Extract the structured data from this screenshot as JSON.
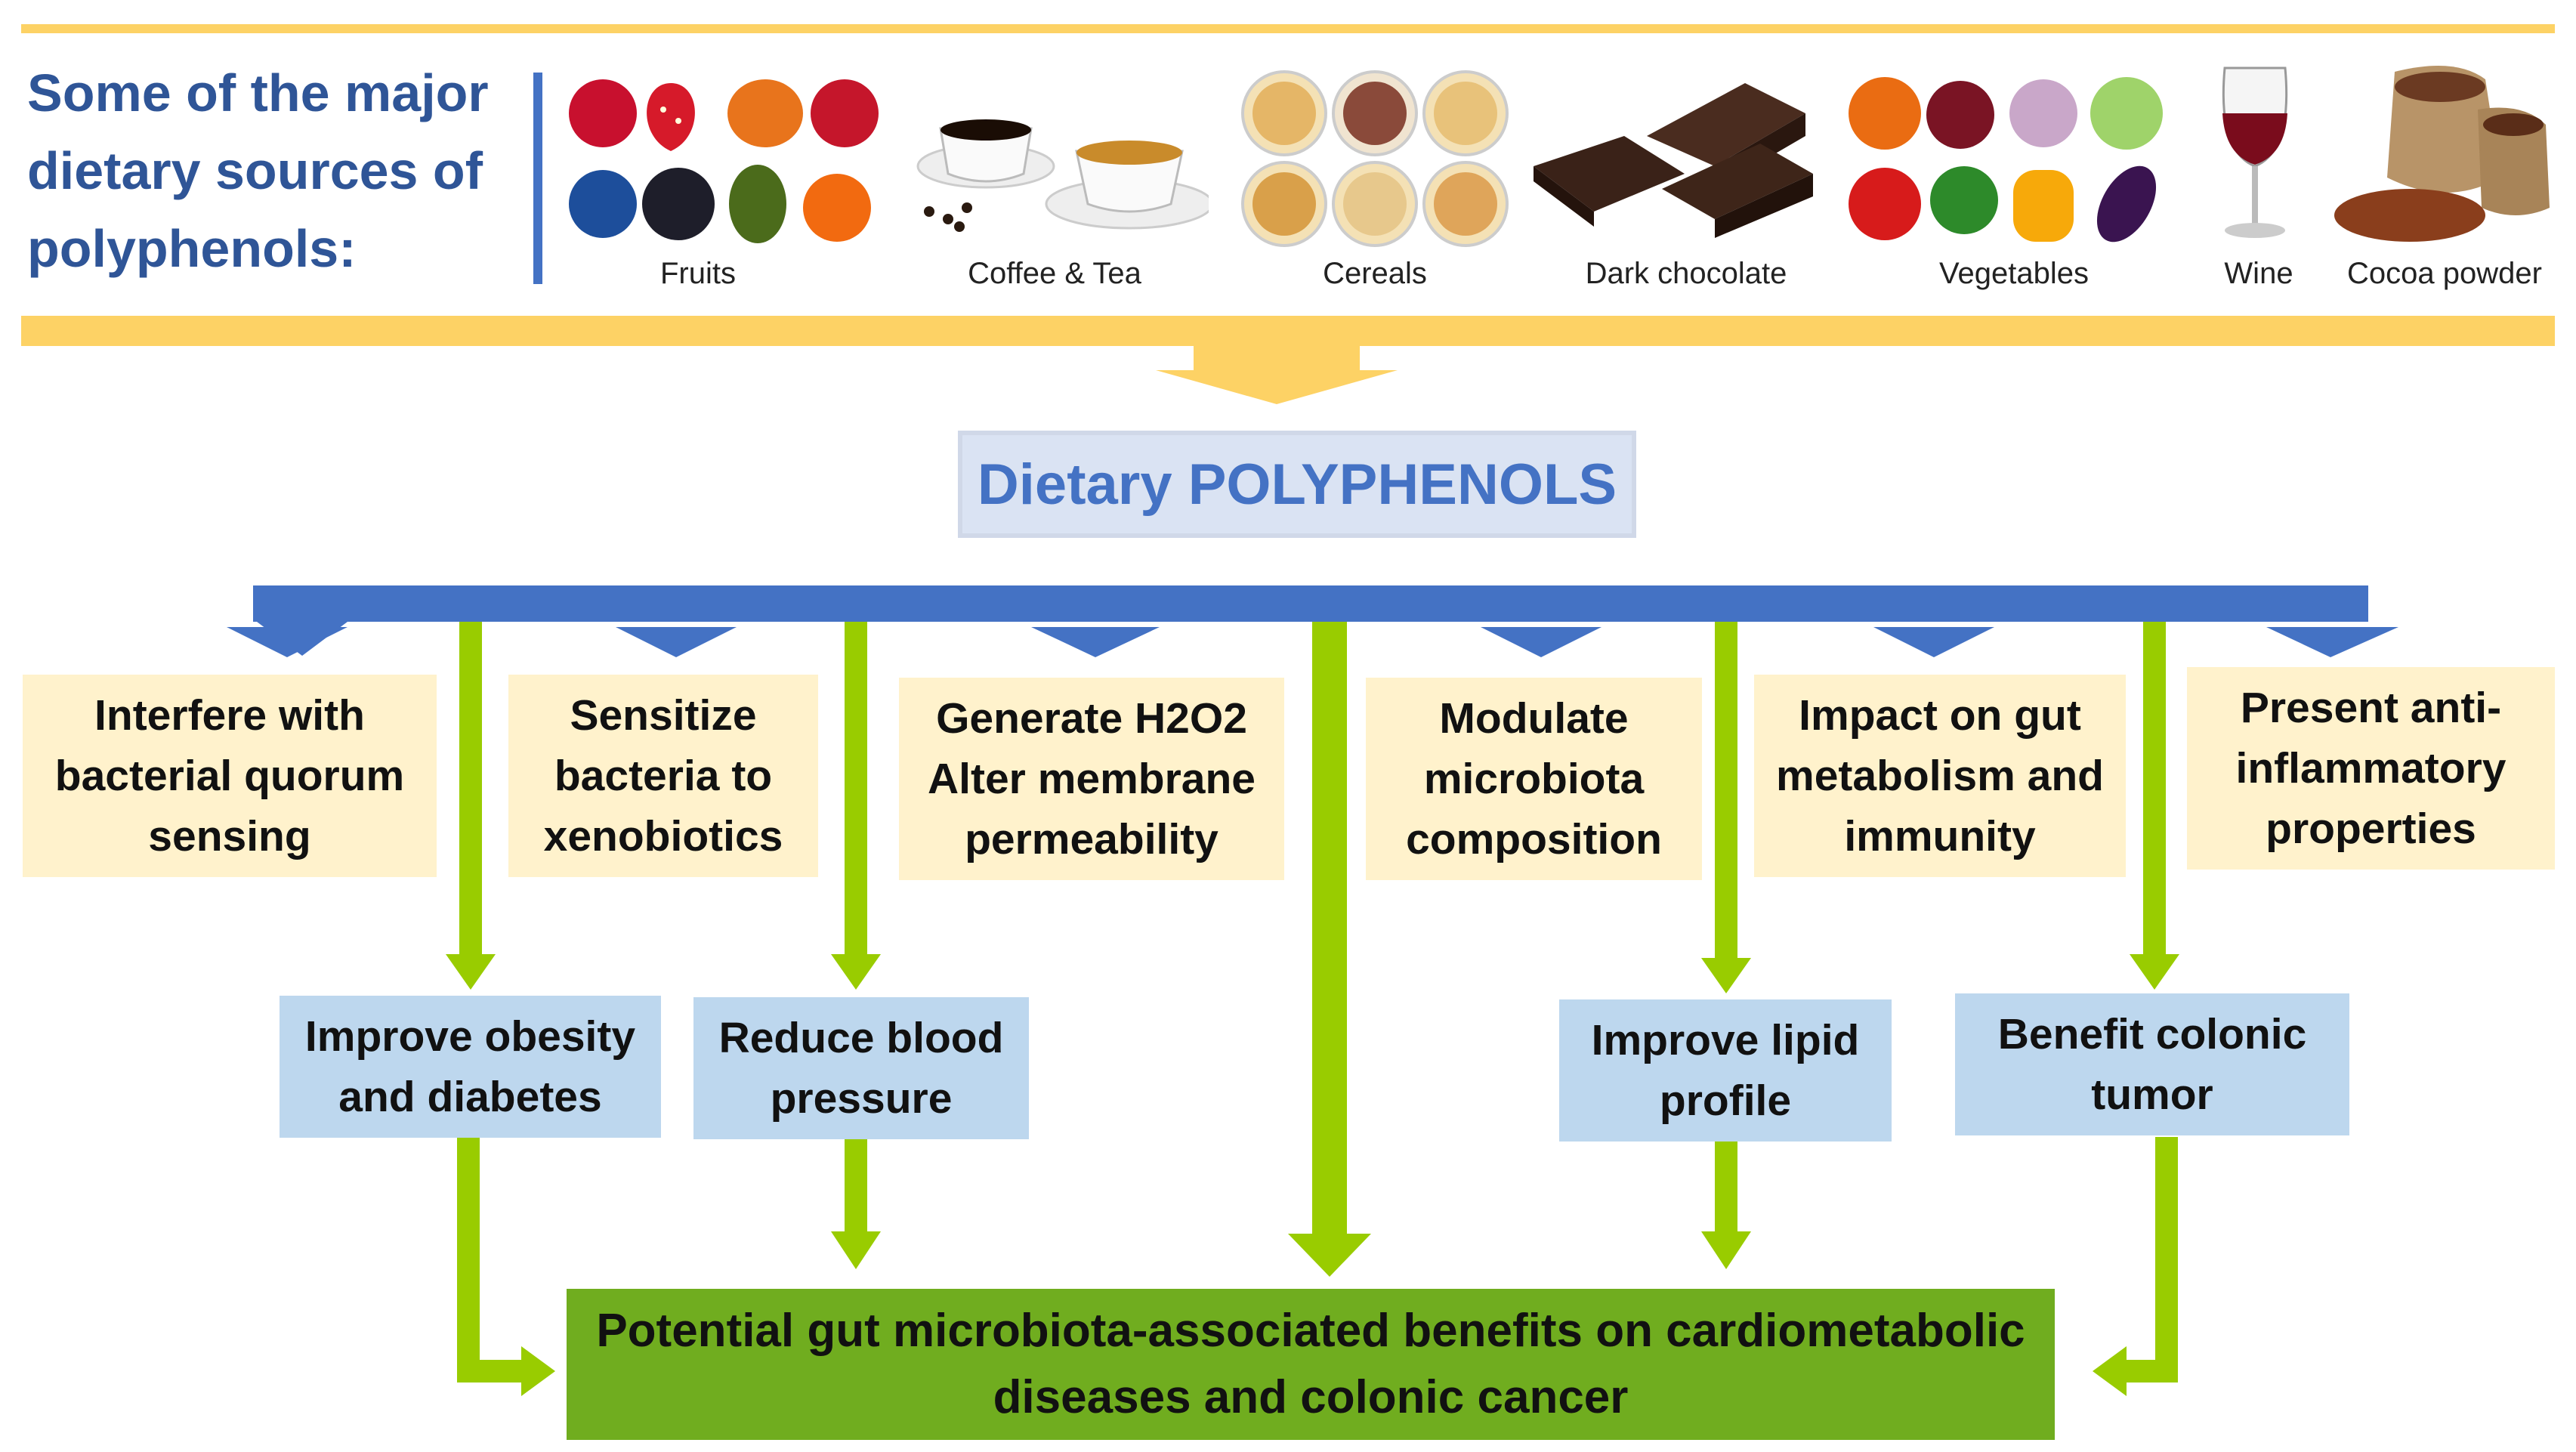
{
  "header": {
    "intro_text": "Some of the major dietary  sources of polyphenols:",
    "sources": [
      {
        "label": "Fruits",
        "icon": "fruits-icon"
      },
      {
        "label": "Coffee & Tea",
        "icon": "coffee-tea-icon"
      },
      {
        "label": "Cereals",
        "icon": "cereals-icon"
      },
      {
        "label": "Dark chocolate",
        "icon": "chocolate-icon"
      },
      {
        "label": "Vegetables",
        "icon": "vegetables-icon"
      },
      {
        "label": "Wine",
        "icon": "wine-glass-icon"
      },
      {
        "label": "Cocoa powder",
        "icon": "cocoa-powder-icon"
      }
    ]
  },
  "center": {
    "title": "Dietary POLYPHENOLS"
  },
  "mechanisms": [
    "Interfere with bacterial quorum sensing",
    "Sensitize bacteria to xenobiotics",
    "Generate H2O2 Alter membrane permeability",
    "Modulate microbiota composition",
    "Impact on gut metabolism and immunity",
    "Present anti-inflammatory properties"
  ],
  "effects": [
    "Improve obesity and diabetes",
    "Reduce blood pressure",
    "Improve lipid profile",
    "Benefit colonic tumor"
  ],
  "outcome": {
    "text": "Potential gut microbiota-associated benefits on cardiometabolic diseases and colonic cancer"
  },
  "colors": {
    "band": "#fdd265",
    "blue_arrow": "#4472c4",
    "green_arrow": "#99cc00",
    "mechanism_box": "#fff2cc",
    "effect_box": "#bdd7ee",
    "outcome_box": "#70ad1f",
    "title_text": "#2f5597"
  }
}
